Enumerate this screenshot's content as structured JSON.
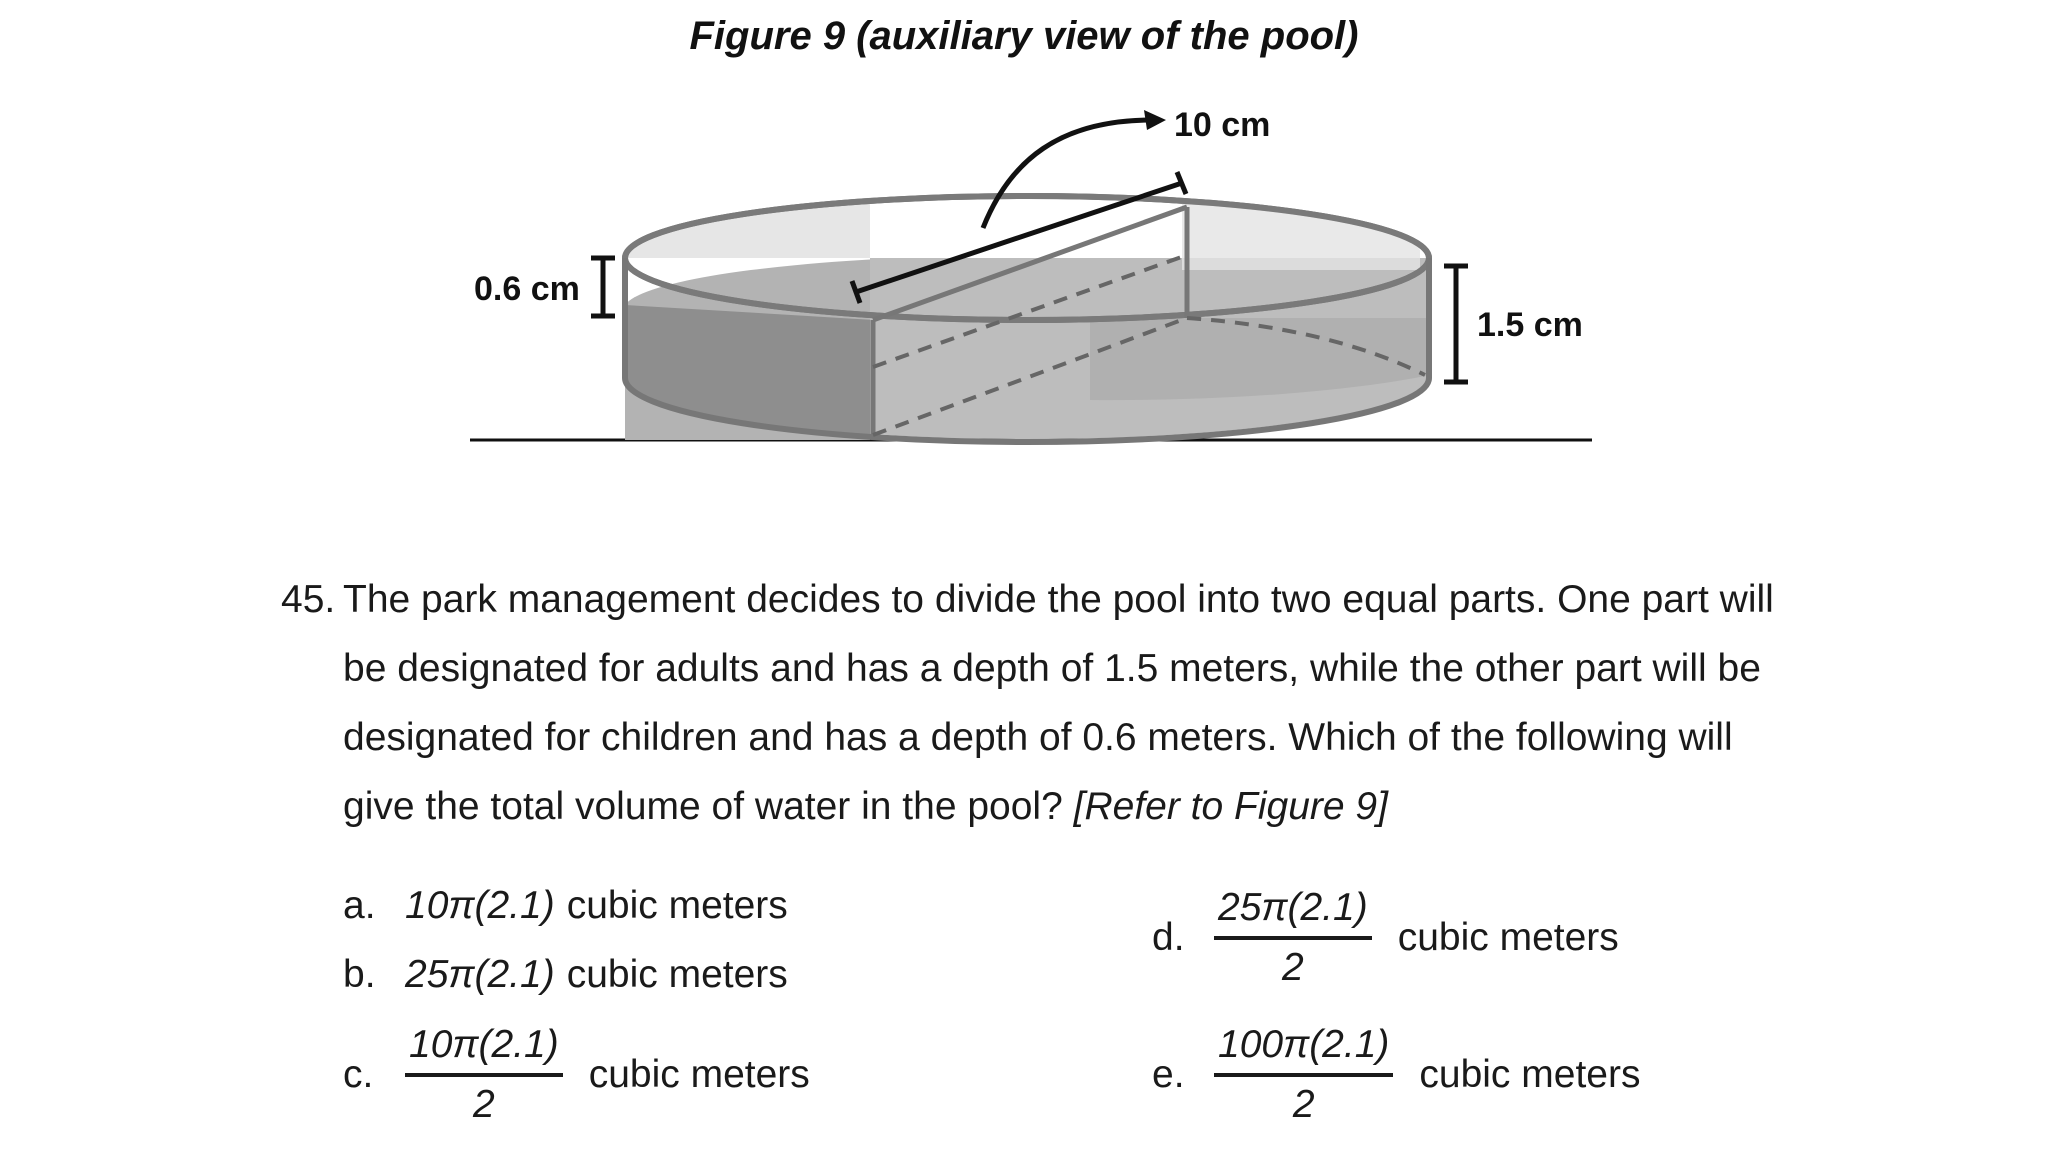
{
  "figure": {
    "title": "Figure 9 (auxiliary view of the pool)",
    "labels": {
      "radius": "10 cm",
      "shallow_depth": "0.6 cm",
      "deep_depth": "1.5 cm"
    }
  },
  "question": {
    "number": "45.",
    "text": "The park management decides to divide the pool into two equal parts. One part will be designated for adults and has a depth of 1.5 meters, while the other part will be designated for children and has a depth of 0.6 meters. Which of the following will give the total volume of water in the pool?",
    "reference": "[Refer to Figure 9]"
  },
  "options": {
    "a": {
      "letter": "a.",
      "expr": "10π(2.1)",
      "unit": "cubic meters"
    },
    "b": {
      "letter": "b.",
      "expr": "25π(2.1)",
      "unit": "cubic meters"
    },
    "c": {
      "letter": "c.",
      "numerator": "10π(2.1)",
      "denominator": "2",
      "unit": "cubic meters"
    },
    "d": {
      "letter": "d.",
      "numerator": "25π(2.1)",
      "denominator": "2",
      "unit": "cubic meters"
    },
    "e": {
      "letter": "e.",
      "numerator": "100π(2.1)",
      "denominator": "2",
      "unit": "cubic meters"
    }
  }
}
